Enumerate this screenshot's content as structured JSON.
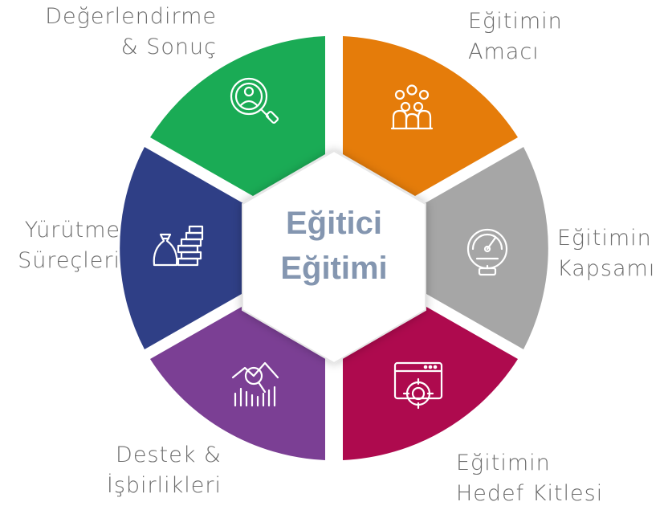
{
  "center": {
    "line1": "Eğitici",
    "line2": "Eğitimi"
  },
  "segments": [
    {
      "id": "amac",
      "color": "#e57c0a",
      "icon": "team-people-icon",
      "label": [
        "Eğitimin",
        "Amacı"
      ]
    },
    {
      "id": "kapsam",
      "color": "#a6a6a6",
      "icon": "speedometer-gauge-icon",
      "label": [
        "Eğitimin",
        "Kapsamı"
      ]
    },
    {
      "id": "hedef",
      "color": "#ae0a4e",
      "icon": "browser-target-icon",
      "label": [
        "Eğitimin",
        "Hedef Kitlesi"
      ]
    },
    {
      "id": "destek",
      "color": "#7b3f94",
      "icon": "growth-chart-icon",
      "label": [
        "Destek &",
        "İşbirlikleri"
      ]
    },
    {
      "id": "yurutme",
      "color": "#2f3f86",
      "icon": "money-bag-coins-icon",
      "label": [
        "Yürütme",
        "Süreçleri"
      ]
    },
    {
      "id": "degerlend",
      "color": "#1aab55",
      "icon": "magnifier-person-icon",
      "label": [
        "Değerlendirme",
        "& Sonuç"
      ]
    }
  ],
  "colors": {
    "center_fill": "#ffffff",
    "center_stroke": "#e6e6e6",
    "center_text": "#8496b0",
    "label_text": "#6b6b6b"
  }
}
